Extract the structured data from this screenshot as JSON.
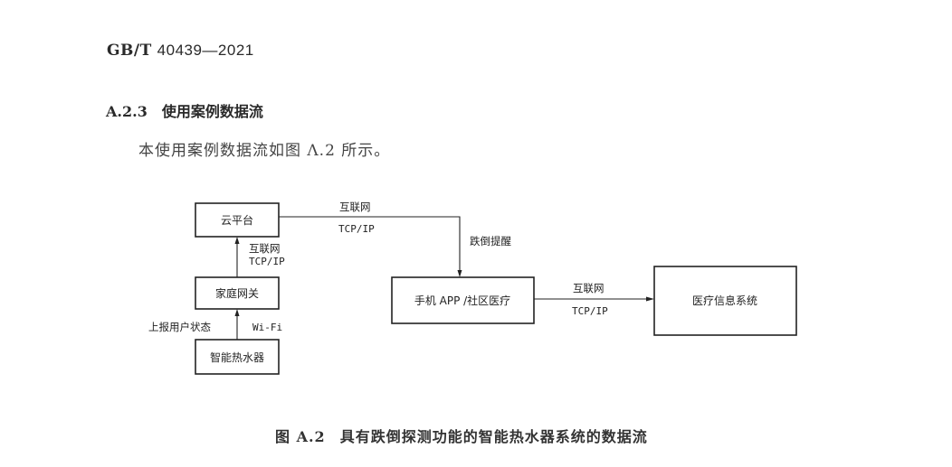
{
  "header": {
    "standard_prefix": "GB/T",
    "standard_number": "40439—2021"
  },
  "section": {
    "number": "A.2.3",
    "title": "使用案例数据流"
  },
  "body_text": "本使用案例数据流如图 Λ.2 所示。",
  "diagram": {
    "nodes": {
      "cloud": "云平台",
      "gateway": "家庭网关",
      "heater": "智能热水器",
      "app": "手机 APP /社区医疗",
      "medical": "医疗信息系统"
    },
    "edges": {
      "cloud_to_app_top": "互联网",
      "cloud_to_app_bottom": "TCP/IP",
      "fall_alert": "跌倒提醒",
      "gateway_to_cloud_top": "互联网",
      "gateway_to_cloud_bottom": "TCP/IP",
      "heater_to_gateway_left": "上报用户状态",
      "heater_to_gateway_right": "Wi-Fi",
      "app_to_medical_top": "互联网",
      "app_to_medical_bottom": "TCP/IP"
    }
  },
  "caption": {
    "number": "图 A.2",
    "title": "具有跌倒探测功能的智能热水器系统的数据流"
  }
}
